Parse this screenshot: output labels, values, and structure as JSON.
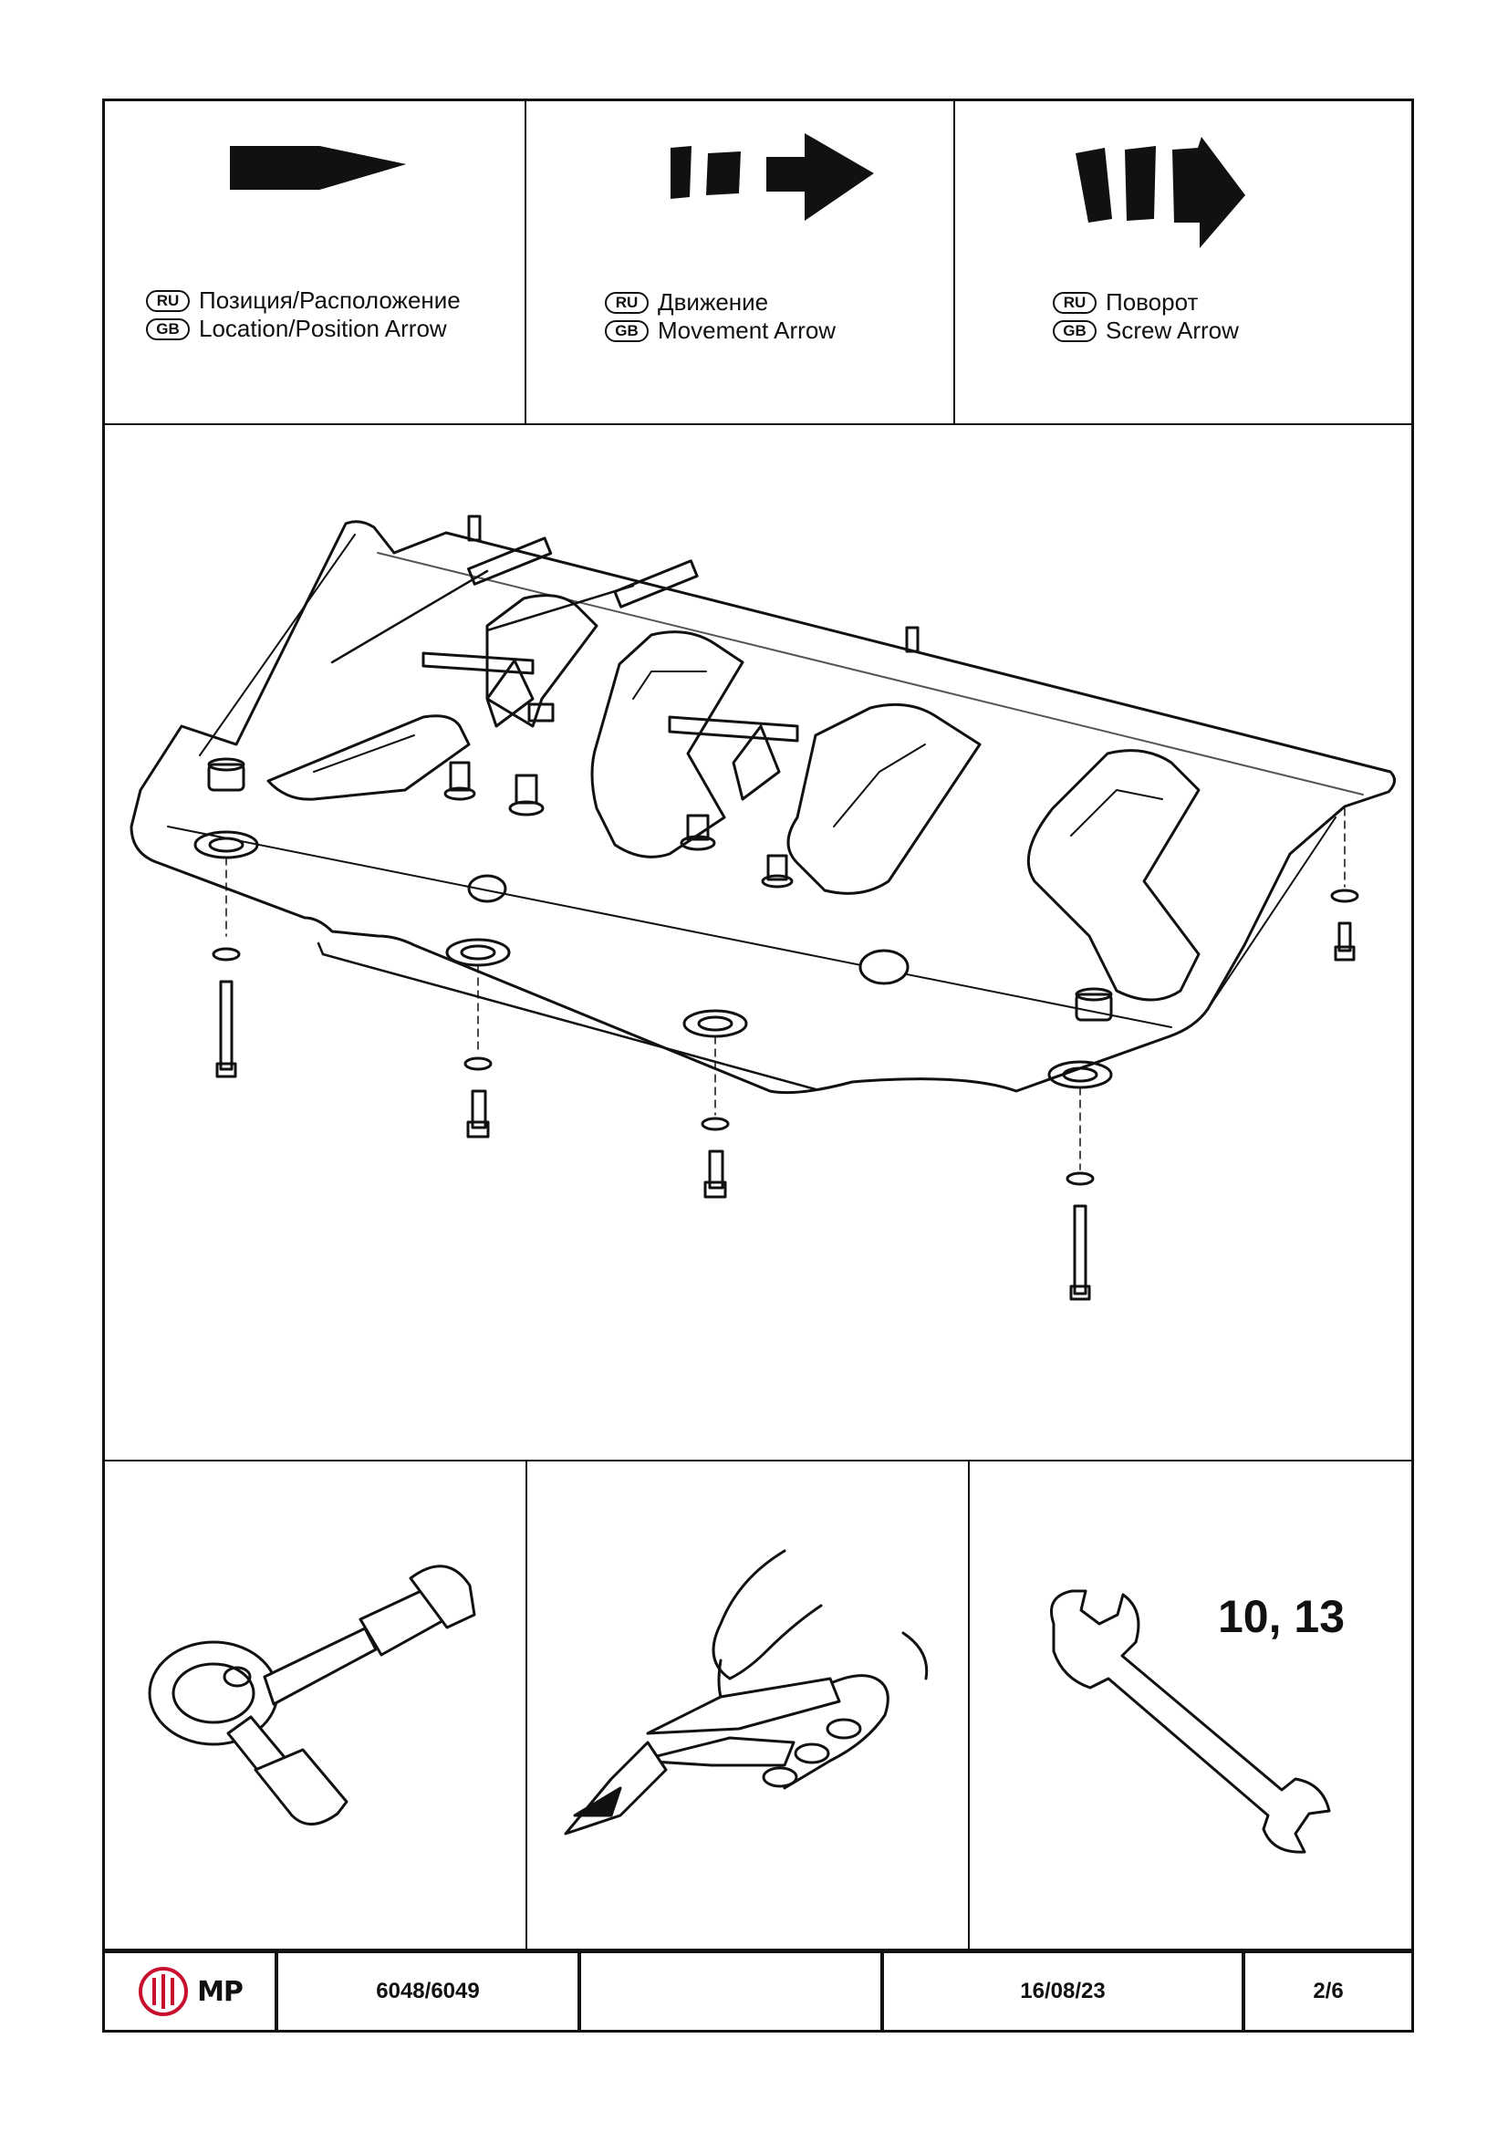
{
  "legend": {
    "location": {
      "ru_badge": "RU",
      "gb_badge": "GB",
      "ru_text": "Позиция/Расположение",
      "gb_text": "Location/Position Arrow"
    },
    "movement": {
      "ru_badge": "RU",
      "gb_badge": "GB",
      "ru_text": "Движение",
      "gb_text": "Movement Arrow"
    },
    "screw": {
      "ru_badge": "RU",
      "gb_badge": "GB",
      "ru_text": "Поворот",
      "gb_text": "Screw Arrow"
    }
  },
  "tools": {
    "wrench_sizes": "10, 13"
  },
  "footer": {
    "logo_text": "MP",
    "part_number": "6048/6049",
    "empty_field": "",
    "date": "16/08/23",
    "page": "2/6"
  },
  "colors": {
    "ink": "#111111",
    "logo_red": "#c8102e",
    "background": "#ffffff"
  }
}
